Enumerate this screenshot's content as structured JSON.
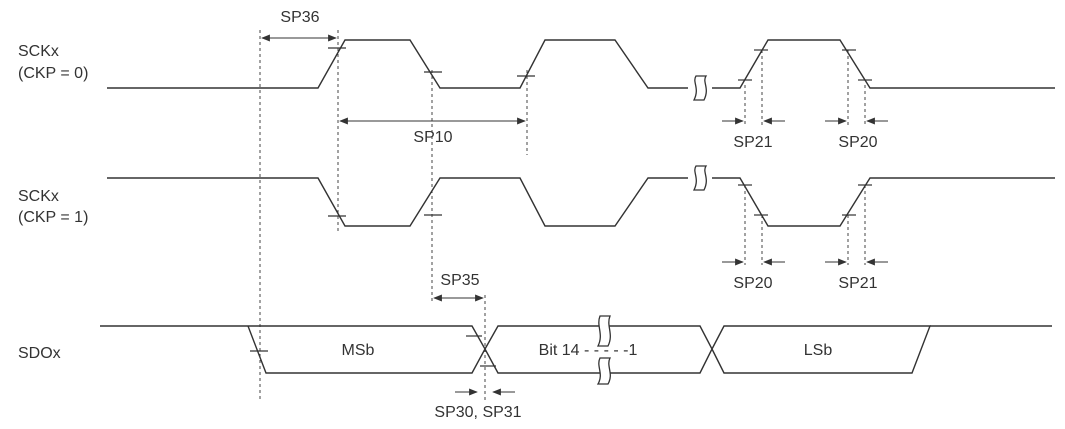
{
  "signals": {
    "sck0": {
      "name": "SCKx",
      "mode": "(CKP = 0)"
    },
    "sck1": {
      "name": "SCKx",
      "mode": "(CKP = 1)"
    },
    "sdo": {
      "name": "SDOx"
    }
  },
  "data_bits": {
    "msb": "MSb",
    "middle": "Bit 14 - - - - -1",
    "lsb": "LSb"
  },
  "timing": {
    "sp36": "SP36",
    "sp10": "SP10",
    "sp21_top": "SP21",
    "sp20_top": "SP20",
    "sp20_mid": "SP20",
    "sp21_mid": "SP21",
    "sp35": "SP35",
    "sp30_31": "SP30, SP31"
  },
  "colors": {
    "line": "#333333",
    "background": "#ffffff"
  }
}
